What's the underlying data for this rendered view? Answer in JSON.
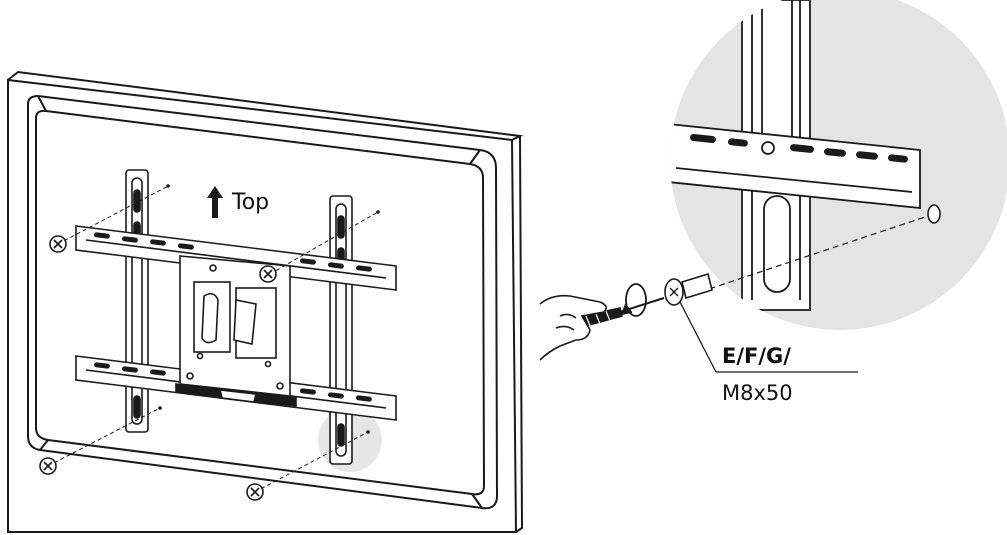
{
  "orientation_label": "Top",
  "screw_callout": {
    "parts": "E/F/G/",
    "size": "M8x50"
  },
  "colors": {
    "line": "#1a1a1a",
    "detail_circle": "#e4e4e4",
    "highlight": "#e6e6e6",
    "background": "#ffffff"
  },
  "icons": [
    "up-arrow-icon",
    "rotation-arrow-icon",
    "screwdriver-icon",
    "hand-icon",
    "phillips-screw-icon"
  ]
}
